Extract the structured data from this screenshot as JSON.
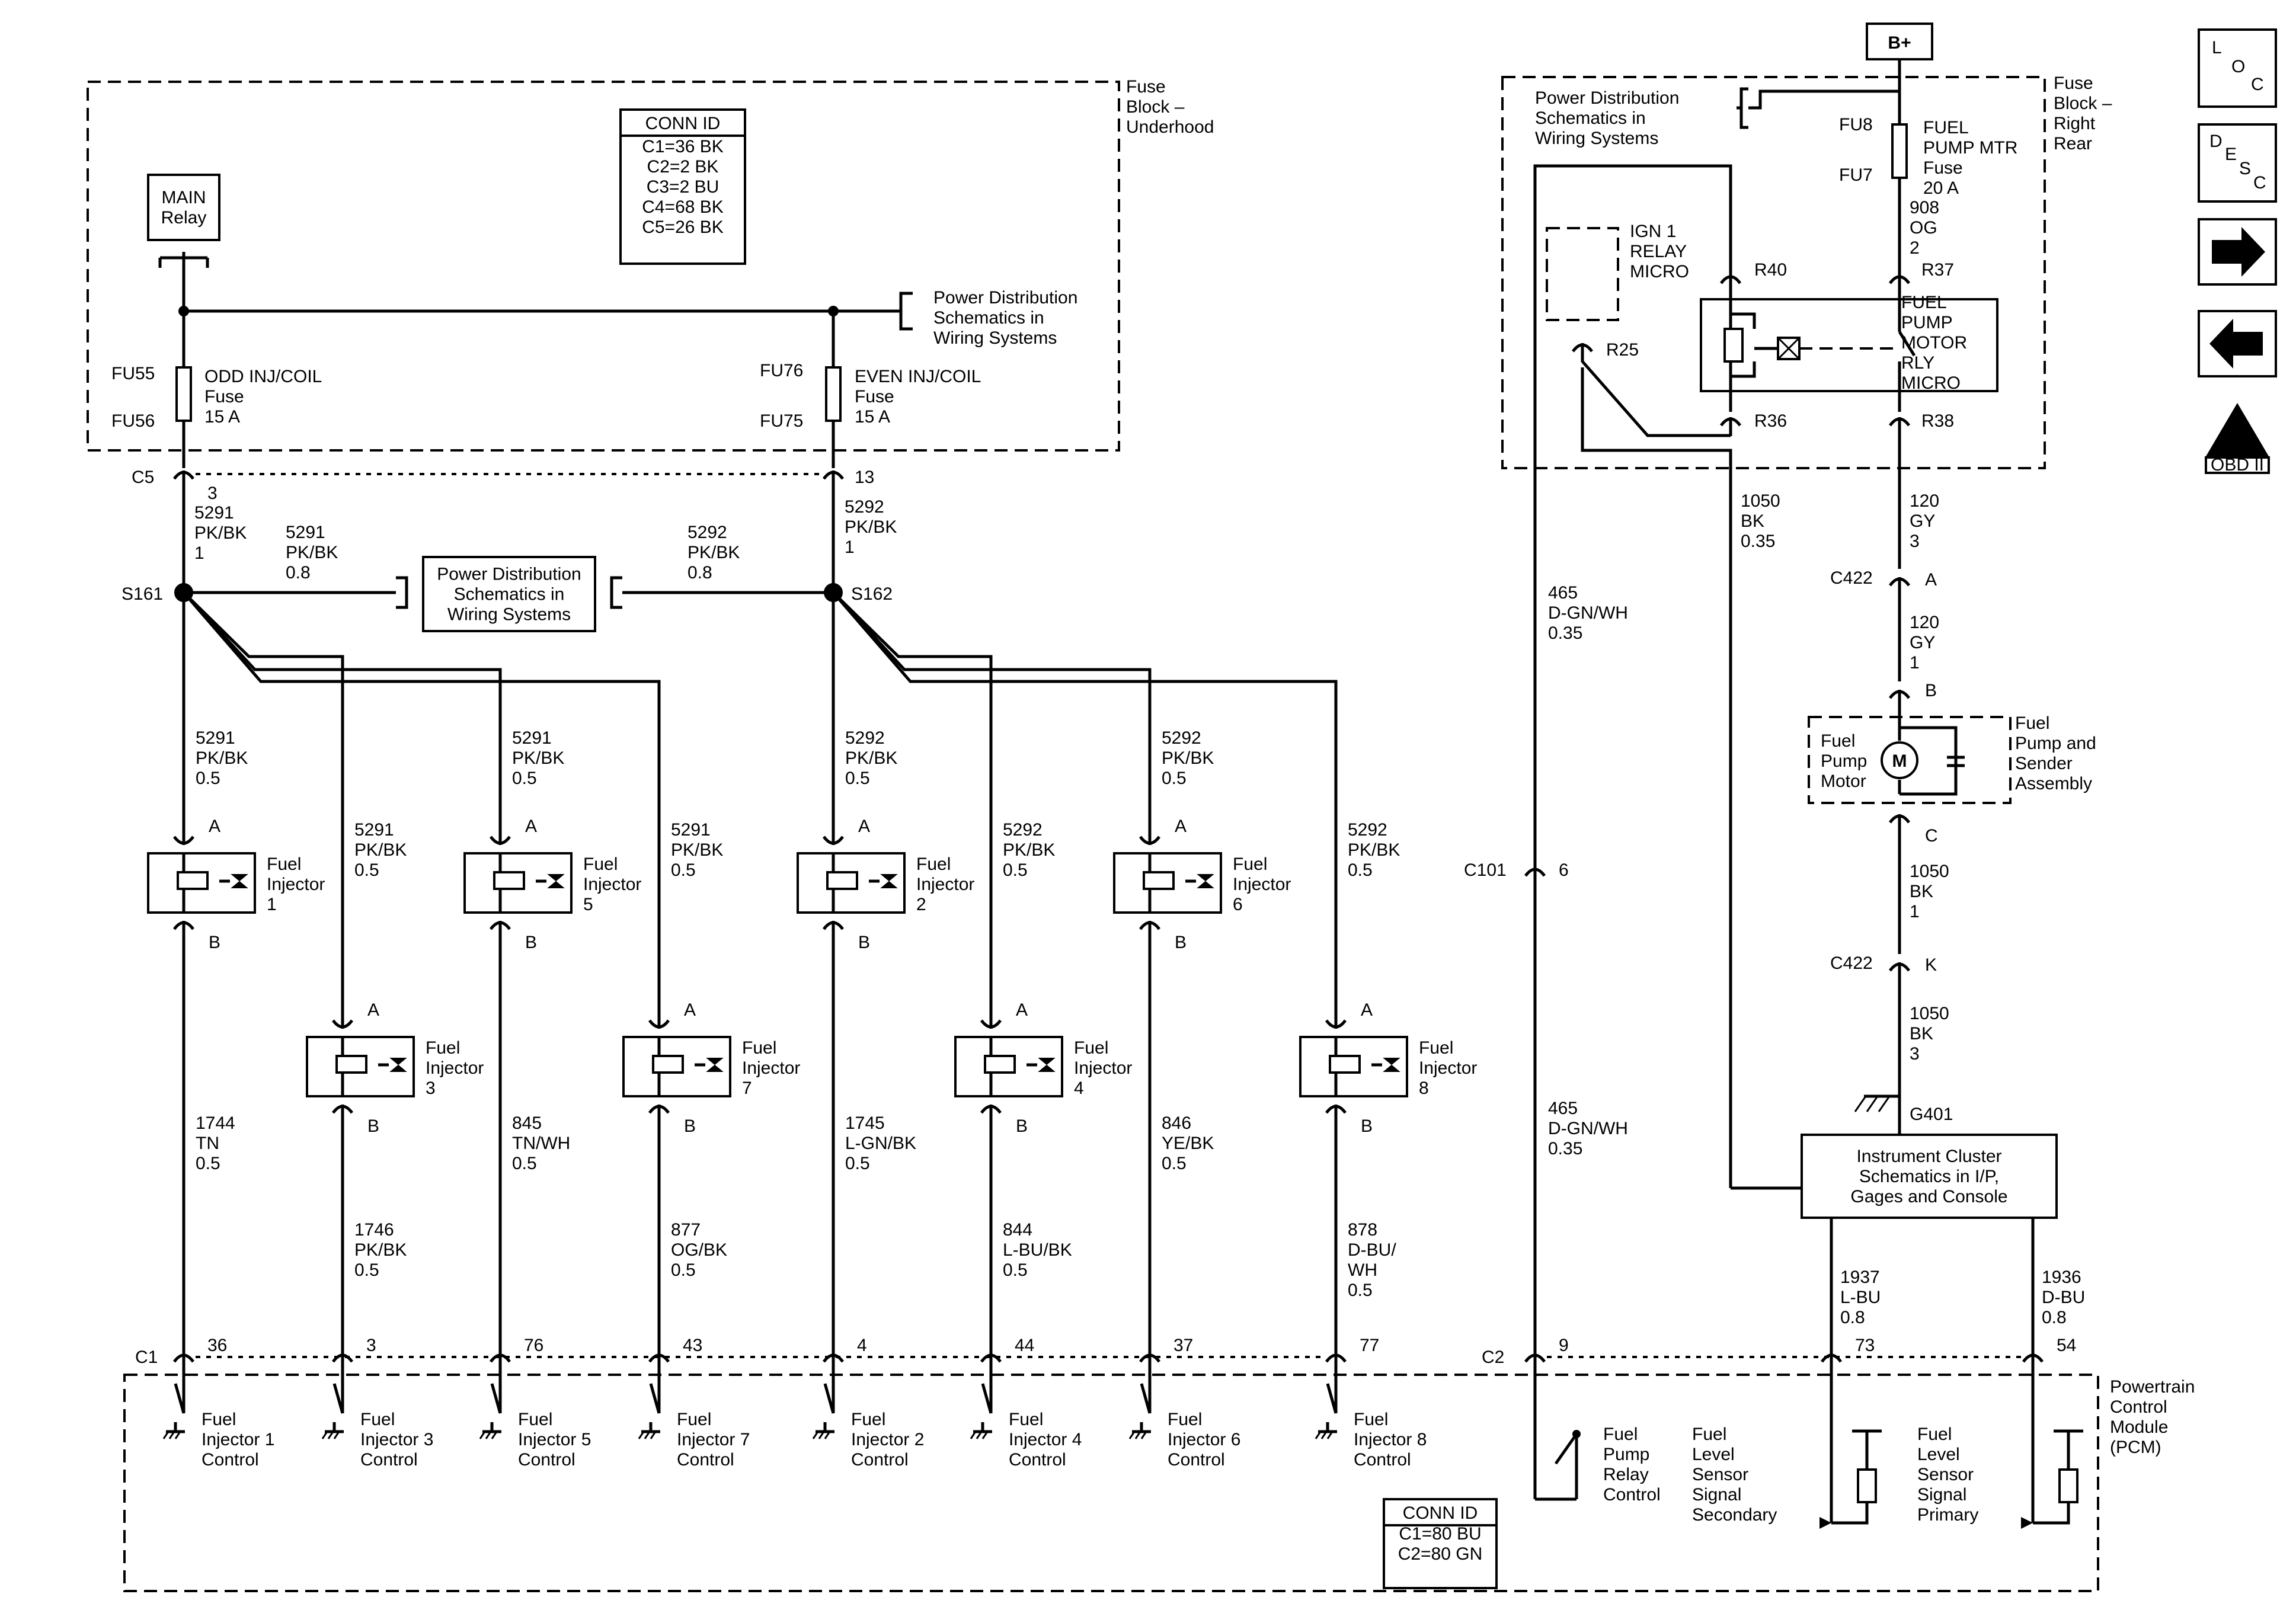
{
  "nav": {
    "loc": [
      "L",
      "O",
      "C"
    ],
    "desc": [
      "D",
      "E",
      "S",
      "C"
    ],
    "next_icon": "arrow-right-icon",
    "prev_icon": "arrow-left-icon",
    "obd_mark": "II",
    "obd_label": "OBD II"
  },
  "battery": "B+",
  "fuse_block_underhood": [
    "Fuse",
    "Block –",
    "Underhood"
  ],
  "fuse_block_right_rear": [
    "Fuse",
    "Block –",
    "Right",
    "Rear"
  ],
  "conn_id_top": {
    "title": "CONN ID",
    "rows": [
      "C1=36 BK",
      "C2=2 BK",
      "C3=2 BU",
      "C4=68 BK",
      "C5=26 BK"
    ]
  },
  "conn_id_pcm": {
    "title": "CONN ID",
    "rows": [
      "C1=80 BU",
      "C2=80 GN"
    ]
  },
  "main_relay": [
    "MAIN",
    "Relay"
  ],
  "power_dist": [
    "Power Distribution",
    "Schematics in",
    "Wiring Systems"
  ],
  "fuse_odd": {
    "top": "FU55",
    "bottom": "FU56",
    "label": [
      "ODD INJ/COIL",
      "Fuse",
      "15 A"
    ]
  },
  "fuse_even": {
    "top": "FU76",
    "bottom": "FU75",
    "label": [
      "EVEN INJ/COIL",
      "Fuse",
      "15 A"
    ]
  },
  "fuse_pump": {
    "top": "FU8",
    "bottom": "FU7",
    "label": [
      "FUEL",
      "PUMP MTR",
      "Fuse",
      "20 A"
    ]
  },
  "conn_c5": "C5",
  "pin_c5_odd": "3",
  "pin_c5_even": "13",
  "splice_s161": "S161",
  "splice_s162": "S162",
  "wire_5291_main": [
    "5291",
    "PK/BK",
    "1"
  ],
  "wire_5291_branch": [
    "5291",
    "PK/BK",
    "0.8"
  ],
  "wire_5292_main": [
    "5292",
    "PK/BK",
    "1"
  ],
  "wire_5292_branch": [
    "5292",
    "PK/BK",
    "0.8"
  ],
  "injectors": [
    {
      "name": [
        "Fuel",
        "Injector",
        "1"
      ],
      "feed": [
        "5291",
        "PK/BK",
        "0.5"
      ],
      "ctrl": [
        "1744",
        "TN",
        "0.5"
      ],
      "pin": "36",
      "pcm": [
        "Fuel",
        "Injector 1",
        "Control"
      ]
    },
    {
      "name": [
        "Fuel",
        "Injector",
        "3"
      ],
      "feed": [
        "5291",
        "PK/BK",
        "0.5"
      ],
      "ctrl": [
        "1746",
        "PK/BK",
        "0.5"
      ],
      "pin": "3",
      "pcm": [
        "Fuel",
        "Injector 3",
        "Control"
      ]
    },
    {
      "name": [
        "Fuel",
        "Injector",
        "5"
      ],
      "feed": [
        "5291",
        "PK/BK",
        "0.5"
      ],
      "ctrl": [
        "845",
        "TN/WH",
        "0.5"
      ],
      "pin": "76",
      "pcm": [
        "Fuel",
        "Injector 5",
        "Control"
      ]
    },
    {
      "name": [
        "Fuel",
        "Injector",
        "7"
      ],
      "feed": [
        "5291",
        "PK/BK",
        "0.5"
      ],
      "ctrl": [
        "877",
        "OG/BK",
        "0.5"
      ],
      "pin": "43",
      "pcm": [
        "Fuel",
        "Injector 7",
        "Control"
      ]
    },
    {
      "name": [
        "Fuel",
        "Injector",
        "2"
      ],
      "feed": [
        "5292",
        "PK/BK",
        "0.5"
      ],
      "ctrl": [
        "1745",
        "L-GN/BK",
        "0.5"
      ],
      "pin": "4",
      "pcm": [
        "Fuel",
        "Injector 2",
        "Control"
      ]
    },
    {
      "name": [
        "Fuel",
        "Injector",
        "4"
      ],
      "feed": [
        "5292",
        "PK/BK",
        "0.5"
      ],
      "ctrl": [
        "844",
        "L-BU/BK",
        "0.5"
      ],
      "pin": "44",
      "pcm": [
        "Fuel",
        "Injector 4",
        "Control"
      ]
    },
    {
      "name": [
        "Fuel",
        "Injector",
        "6"
      ],
      "feed": [
        "5292",
        "PK/BK",
        "0.5"
      ],
      "ctrl": [
        "846",
        "YE/BK",
        "0.5"
      ],
      "pin": "37",
      "pcm": [
        "Fuel",
        "Injector 6",
        "Control"
      ]
    },
    {
      "name": [
        "Fuel",
        "Injector",
        "8"
      ],
      "feed": [
        "5292",
        "PK/BK",
        "0.5"
      ],
      "ctrl": [
        "878",
        "D-BU/",
        "WH",
        "0.5"
      ],
      "pin": "77",
      "pcm": [
        "Fuel",
        "Injector 8",
        "Control"
      ]
    }
  ],
  "pin_a": "A",
  "pin_b": "B",
  "conn_c1": "C1",
  "conn_c2": "C2",
  "pcm_label": [
    "Powertrain",
    "Control",
    "Module",
    "(PCM)"
  ],
  "ign_relay": [
    "IGN 1",
    "RELAY",
    "MICRO"
  ],
  "pump_relay": [
    "FUEL",
    "PUMP",
    "MOTOR",
    "RLY",
    "MICRO"
  ],
  "relay_pins": {
    "r40": "R40",
    "r37": "R37",
    "r25": "R25",
    "r36": "R36",
    "r38": "R38"
  },
  "wire_908": [
    "908",
    "OG",
    "2"
  ],
  "wire_1050_035": [
    "1050",
    "BK",
    "0.35"
  ],
  "wire_465": [
    "465",
    "D-GN/WH",
    "0.35"
  ],
  "wire_120_3": [
    "120",
    "GY",
    "3"
  ],
  "wire_120_1": [
    "120",
    "GY",
    "1"
  ],
  "wire_1050_1": [
    "1050",
    "BK",
    "1"
  ],
  "wire_1050_3": [
    "1050",
    "BK",
    "3"
  ],
  "conn_c422": "C422",
  "c422_pins": {
    "a": "A",
    "k": "K"
  },
  "pump_pins": {
    "b": "B",
    "c": "C"
  },
  "conn_c101": "C101",
  "pin_c101": "6",
  "pump_motor": [
    "Fuel",
    "Pump",
    "Motor"
  ],
  "motor_symbol": "M",
  "pump_assembly": [
    "Fuel",
    "Pump and",
    "Sender",
    "Assembly"
  ],
  "ground_g401": "G401",
  "instrument_cluster": [
    "Instrument Cluster",
    "Schematics in I/P,",
    "Gages and Console"
  ],
  "wire_1937": [
    "1937",
    "L-BU",
    "0.8"
  ],
  "wire_1936": [
    "1936",
    "D-BU",
    "0.8"
  ],
  "pin_c2_9": "9",
  "pin_c2_73": "73",
  "pin_c2_54": "54",
  "pcm_pump_relay": [
    "Fuel",
    "Pump",
    "Relay",
    "Control"
  ],
  "pcm_level_secondary": [
    "Fuel",
    "Level",
    "Sensor",
    "Signal",
    "Secondary"
  ],
  "pcm_level_primary": [
    "Fuel",
    "Level",
    "Sensor",
    "Signal",
    "Primary"
  ]
}
